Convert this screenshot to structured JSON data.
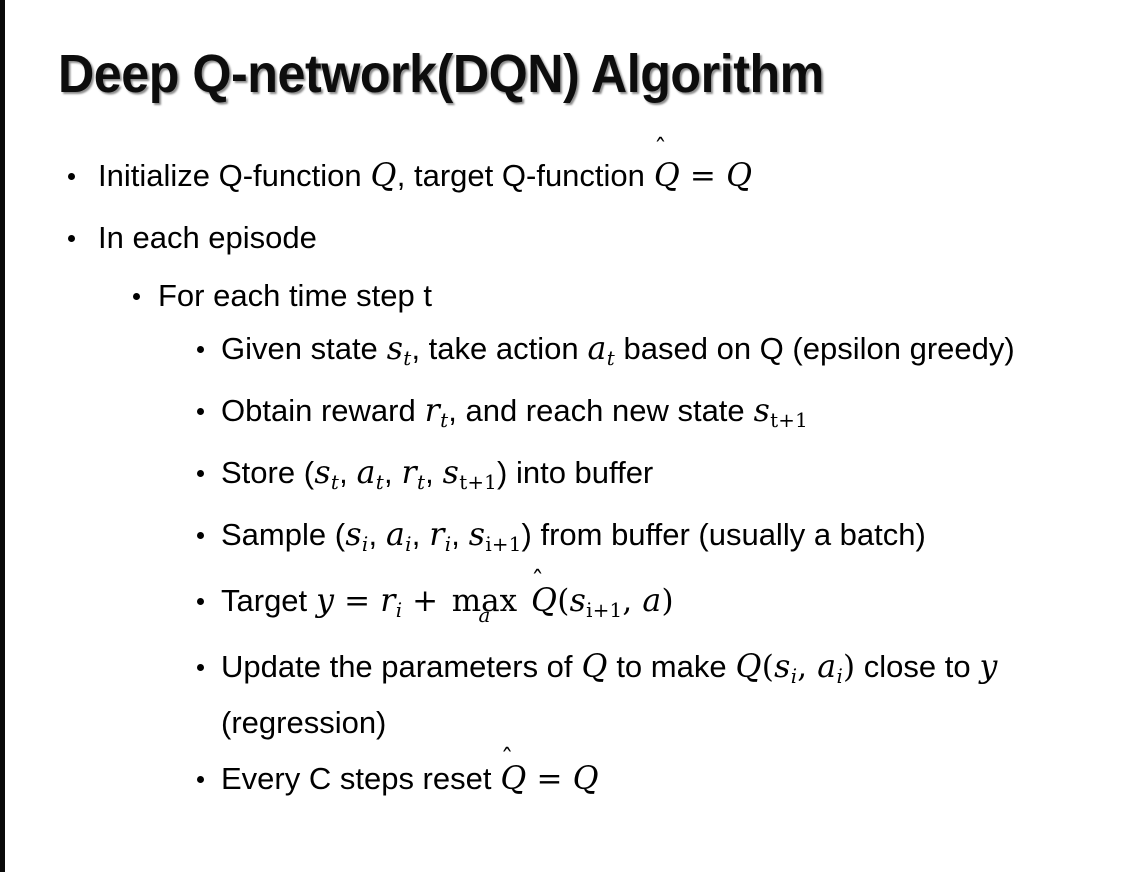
{
  "slide": {
    "title": "Deep Q-network(DQN) Algorithm",
    "background_color": "#ffffff",
    "text_color": "#000000",
    "left_rule_color": "#0a0a0a"
  },
  "bullets": {
    "l1_initialize": {
      "pre": "Initialize Q-function ",
      "var_q1": "Q",
      "mid": ", target Q-function ",
      "var_qhat": "Q",
      "hat": "̂",
      "eq": "=",
      "var_q2": "Q"
    },
    "l1_each_episode": "In each episode",
    "l2_time_step": "For each time step t",
    "l3_given_state": {
      "p1": "Given state ",
      "s": "s",
      "s_sub": "t",
      "p2": ", take action ",
      "a": "a",
      "a_sub": "t",
      "p3": " based on Q (epsilon greedy)"
    },
    "l3_obtain_reward": {
      "p1": "Obtain reward ",
      "r": "r",
      "r_sub": "t",
      "p2": ", and reach new state ",
      "s": "s",
      "s_sub": "t+1"
    },
    "l3_store": {
      "p1": "Store (",
      "s": "s",
      "s_sub": "t",
      "c1": ", ",
      "a": "a",
      "a_sub": "t",
      "c2": ", ",
      "r": "r",
      "r_sub": "t",
      "c3": ", ",
      "s2": "s",
      "s2_sub": "t+1",
      "p2": ") into buffer"
    },
    "l3_sample": {
      "p1": "Sample (",
      "s": "s",
      "s_sub": "i",
      "c1": ", ",
      "a": "a",
      "a_sub": "i",
      "c2": ", ",
      "r": "r",
      "r_sub": "i",
      "c3": ", ",
      "s2": "s",
      "s2_sub": "i+1",
      "p2": ") from buffer (usually a batch)"
    },
    "l3_target": {
      "p1": "Target ",
      "y": "y",
      "eq": "=",
      "r": "r",
      "r_sub": "i",
      "plus": "+",
      "max": "max",
      "max_lim": "a",
      "qhat": "Q",
      "hat": "̂",
      "paren_open": "(",
      "s": "s",
      "s_sub": "i+1",
      "comma": ", ",
      "a": "a",
      "paren_close": ")"
    },
    "l3_update": {
      "p1": "Update the parameters of ",
      "q1": "Q",
      "p2": " to make ",
      "q2": "Q",
      "paren_open": "(",
      "s": "s",
      "s_sub": "i",
      "comma": ", ",
      "a": "a",
      "a_sub": "i",
      "paren_close": ")",
      "p3": " close to ",
      "y": "y",
      "p4": " (regression)"
    },
    "l3_reset": {
      "p1": "Every C steps reset ",
      "qhat": "Q",
      "hat": "̂",
      "eq": "=",
      "q": "Q"
    }
  }
}
